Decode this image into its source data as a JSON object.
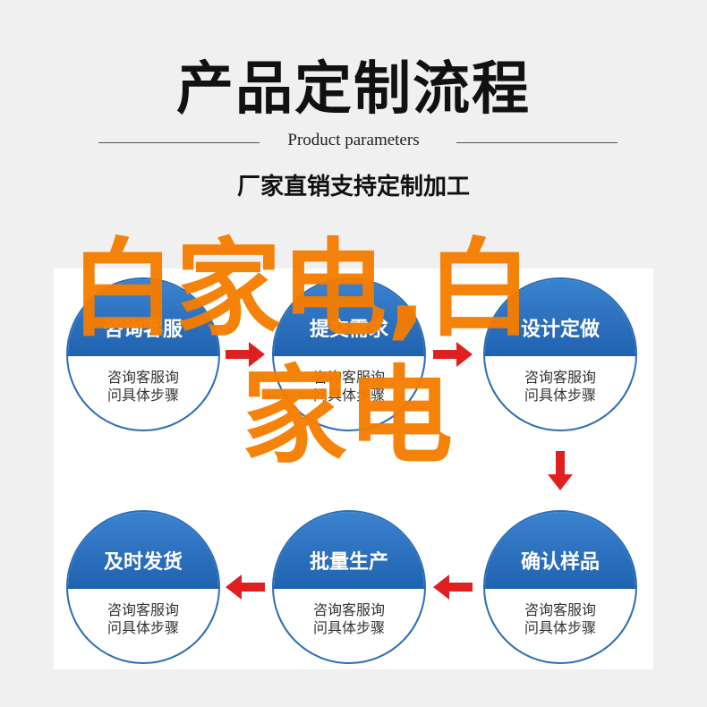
{
  "header": {
    "title": "产品定制流程",
    "subtitle": "Product parameters",
    "tagline": "厂家直销支持定制加工"
  },
  "steps": [
    {
      "title": "咨询客服",
      "desc_line1": "咨询客服询",
      "desc_line2": "问具体步骤"
    },
    {
      "title": "提交需求",
      "desc_line1": "咨询客服询",
      "desc_line2": "问具体步骤"
    },
    {
      "title": "设计定做",
      "desc_line1": "咨询客服询",
      "desc_line2": "问具体步骤"
    },
    {
      "title": "确认样品",
      "desc_line1": "咨询客服询",
      "desc_line2": "问具体步骤"
    },
    {
      "title": "批量生产",
      "desc_line1": "咨询客服询",
      "desc_line2": "问具体步骤"
    },
    {
      "title": "及时发货",
      "desc_line1": "咨询客服询",
      "desc_line2": "问具体步骤"
    }
  ],
  "watermark": {
    "line1": "白家电,白",
    "line2": "家电"
  },
  "colors": {
    "accent_blue": "#2c6db4",
    "arrow_red": "#e02020",
    "watermark_orange": "#f57d00"
  }
}
